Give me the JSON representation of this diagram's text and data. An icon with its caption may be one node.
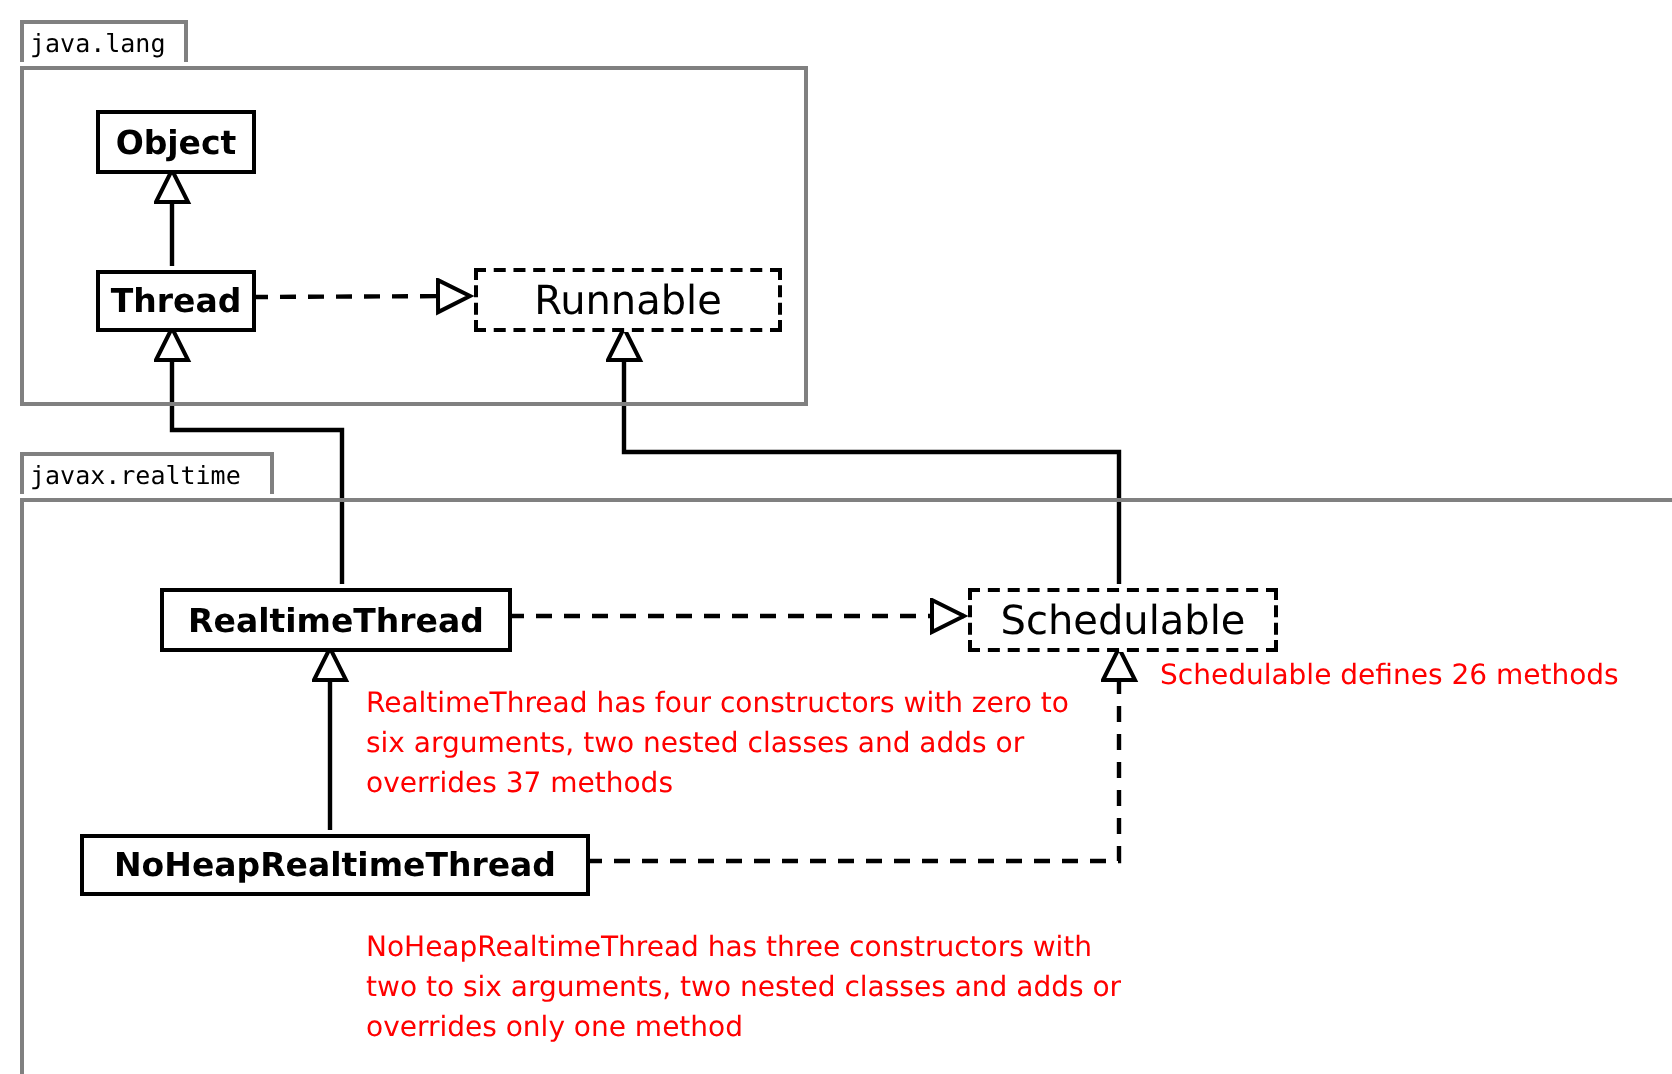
{
  "diagram": {
    "nodes": [
      {
        "text": [
          "java.lang"
        ]
      },
      {
        "text": [
          "Object"
        ],
        "in": 0
      },
      {
        "text": [
          "Thread"
        ],
        "in": 0
      },
      {
        "text": [
          "Runnable"
        ],
        "in": 0
      },
      {
        "text": [
          "javax.realtime"
        ]
      },
      {
        "text": [
          "RealtimeThread"
        ],
        "in": 4,
        "beside": [
          "RealtimeThread has four constructors with zero to six arguments, two nested classes and adds or overrides 37 methods"
        ]
      },
      {
        "text": [
          "Schedulable"
        ],
        "in": 4,
        "beside": [
          "Schedulable defines 26 methods"
        ]
      },
      {
        "text": [
          "NoHeapRealtimeThread"
        ],
        "in": 4,
        "beside": [
          "NoHeapRealtimeThread has three constructors with two to six arguments, two nested classes and adds or overrides only one method"
        ]
      }
    ],
    "edges": [
      {
        "from": 2,
        "to": 1,
        "arrow": "to"
      },
      {
        "from": 2,
        "to": 3,
        "arrow": "to",
        "style": "dashed"
      },
      {
        "from": 5,
        "to": 2,
        "arrow": "to"
      },
      {
        "from": 6,
        "to": 3,
        "arrow": "to"
      },
      {
        "from": 5,
        "to": 6,
        "arrow": "to",
        "style": "dashed"
      },
      {
        "from": 7,
        "to": 5,
        "arrow": "to"
      },
      {
        "from": 7,
        "to": 6,
        "arrow": "to",
        "style": "dashed"
      }
    ]
  }
}
